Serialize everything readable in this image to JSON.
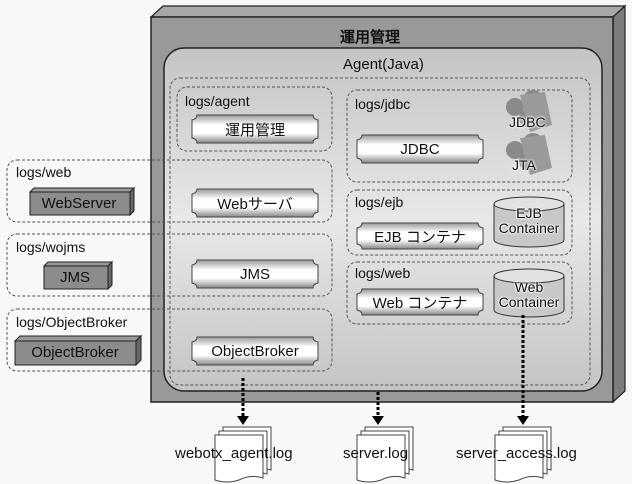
{
  "outer": {
    "title": "運用管理"
  },
  "agent": {
    "title": "Agent(Java)"
  },
  "internal_groups": [
    {
      "log_dir": "logs/agent",
      "component": "運用管理"
    },
    {
      "log_dir": "",
      "component": "Webサーバ"
    },
    {
      "log_dir": "",
      "component": "JMS"
    },
    {
      "log_dir": "",
      "component": "ObjectBroker"
    }
  ],
  "right_groups": [
    {
      "log_dir": "logs/jdbc",
      "component": "JDBC",
      "icons": [
        "JDBC",
        "JTA"
      ]
    },
    {
      "log_dir": "logs/ejb",
      "component": "EJB コンテナ",
      "container": [
        "EJB",
        "Container"
      ]
    },
    {
      "log_dir": "logs/web",
      "component": "Web コンテナ",
      "container": [
        "Web",
        "Container"
      ]
    }
  ],
  "external_groups": [
    {
      "log_dir": "logs/web",
      "component": "WebServer"
    },
    {
      "log_dir": "logs/wojms",
      "component": "JMS"
    },
    {
      "log_dir": "logs/ObjectBroker",
      "component": "ObjectBroker"
    }
  ],
  "log_files": [
    "webotx_agent.log",
    "server.log",
    "server_access.log"
  ]
}
